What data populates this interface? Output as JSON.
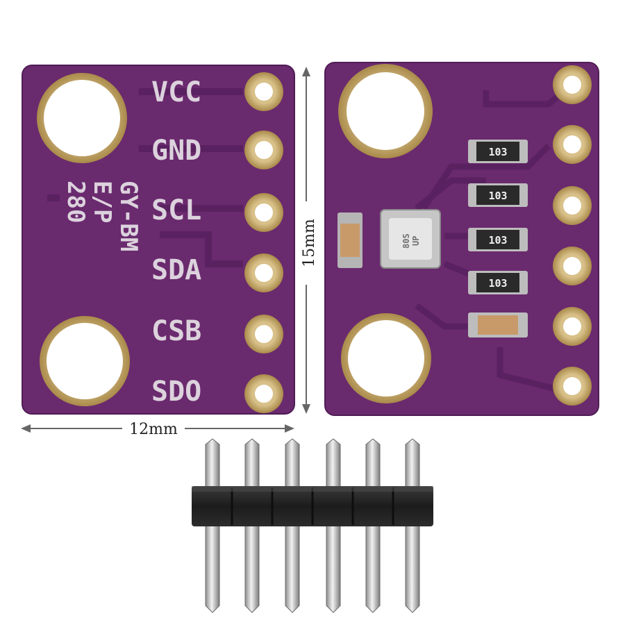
{
  "board_front": {
    "pin_labels": [
      "VCC",
      "GND",
      "SCL",
      "SDA",
      "CSB",
      "SDO"
    ],
    "model_marking": [
      "GY-BM",
      "E/P",
      "280"
    ]
  },
  "board_back": {
    "resistor_codes": [
      "103",
      "103",
      "103",
      "103"
    ],
    "sensor_marking": [
      "80S",
      "UP"
    ]
  },
  "dimensions": {
    "width_label": "12mm",
    "height_label": "15mm"
  },
  "colors": {
    "pcb": "#6a2a6e",
    "pcb_edge": "#4f1c55",
    "silkscreen": "#dcd2dd",
    "pad_gold": "#c9ad6e",
    "header_plastic": "#1f1f1f",
    "pin_metal": "#c0c0c0"
  },
  "header_pin_count": 6
}
